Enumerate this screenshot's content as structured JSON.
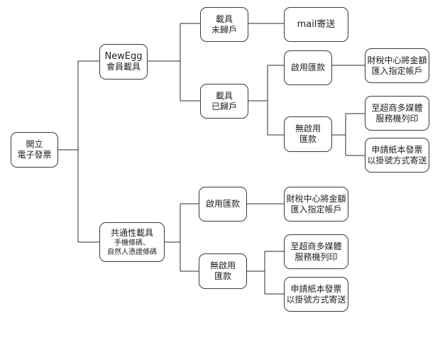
{
  "diagram": {
    "root": {
      "lines": [
        "開立",
        "電子發票"
      ]
    },
    "newegg": {
      "lines": [
        "NewEgg",
        "會員載具"
      ]
    },
    "newegg_unlinked": {
      "lines": [
        "載具",
        "未歸戶"
      ]
    },
    "newegg_mail": {
      "lines": [
        "mail寄送"
      ]
    },
    "newegg_linked": {
      "lines": [
        "載具",
        "已歸戶"
      ]
    },
    "newegg_account_on": {
      "lines": [
        "啟用匯款"
      ]
    },
    "newegg_account_on_result": {
      "lines": [
        "財稅中心將金額",
        "匯入指定帳戶"
      ]
    },
    "newegg_account_off": {
      "lines": [
        "無啟用",
        "匯款"
      ]
    },
    "newegg_account_off_kiosk": {
      "lines": [
        "至超商多媒體",
        "服務機列印"
      ]
    },
    "newegg_account_off_mail": {
      "lines": [
        "申請紙本發票",
        "以掛號方式寄送"
      ]
    },
    "common": {
      "lines": [
        "共通性載具",
        "手機條碼、",
        "自然人憑證條碼"
      ]
    },
    "common_account_on": {
      "lines": [
        "啟用匯款"
      ]
    },
    "common_account_on_result": {
      "lines": [
        "財稅中心將金額",
        "匯入指定帳戶"
      ]
    },
    "common_account_off": {
      "lines": [
        "無啟用",
        "匯款"
      ]
    },
    "common_account_off_kiosk": {
      "lines": [
        "至超商多媒體",
        "服務機列印"
      ]
    },
    "common_account_off_mail": {
      "lines": [
        "申請紙本發票",
        "以掛號方式寄送"
      ]
    }
  }
}
